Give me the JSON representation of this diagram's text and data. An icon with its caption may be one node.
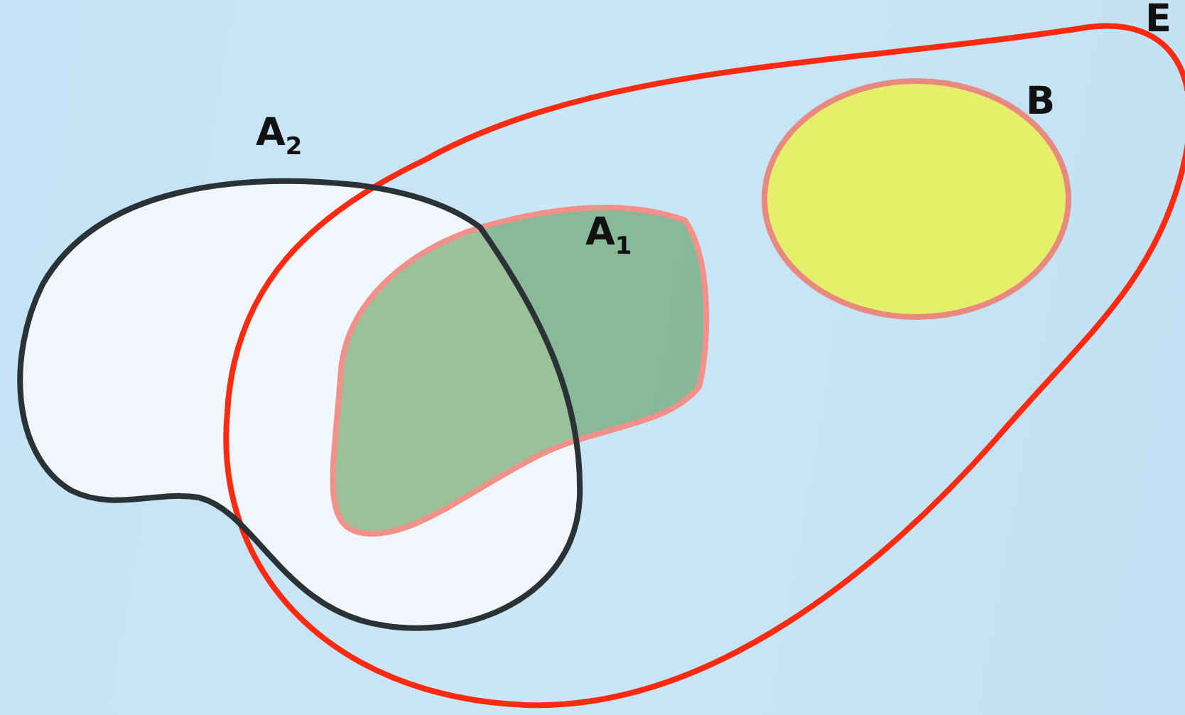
{
  "diagram": {
    "nodes": [
      {
        "text": [
          "E"
        ]
      },
      {
        "text": [
          "A$_{2}$"
        ]
      },
      {
        "text": [
          "A$_{1}$"
        ],
        "in": 0
      },
      {
        "text": [
          "B"
        ],
        "in": 0
      }
    ]
  }
}
